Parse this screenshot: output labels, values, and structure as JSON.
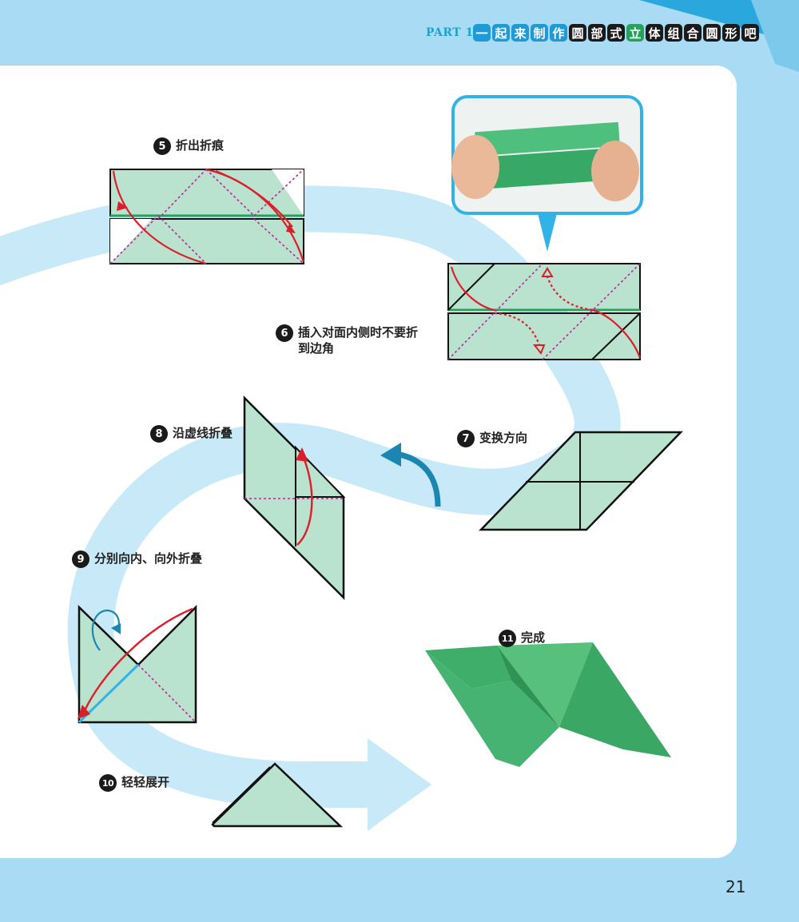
{
  "header": {
    "part": "PART 1",
    "title_chars": [
      "一",
      "起",
      "来",
      "制",
      "作",
      "圆",
      "部",
      "式",
      "立",
      "体",
      "组",
      "合",
      "圆",
      "形",
      "吧"
    ],
    "colors": {
      "accent": "#1aa3cf",
      "char_blue": "#1e9ad6",
      "char_green": "#26a35a",
      "char_black": "#1a1a1a",
      "paper_green": "#b9e2cf",
      "fold_red": "#dd1e2a",
      "dashed_pink": "#c2229a"
    }
  },
  "steps": [
    {
      "number": "5",
      "label": "折出折痕"
    },
    {
      "number": "6",
      "label": "插入对面内侧时不要折\n到边角"
    },
    {
      "number": "7",
      "label": "变换方向"
    },
    {
      "number": "8",
      "label": "沿虚线折叠"
    },
    {
      "number": "9",
      "label": "分别向内、向外折叠"
    },
    {
      "number": "10",
      "label": "轻轻展开"
    },
    {
      "number": "11",
      "label": "完成"
    }
  ],
  "page_number": "21"
}
